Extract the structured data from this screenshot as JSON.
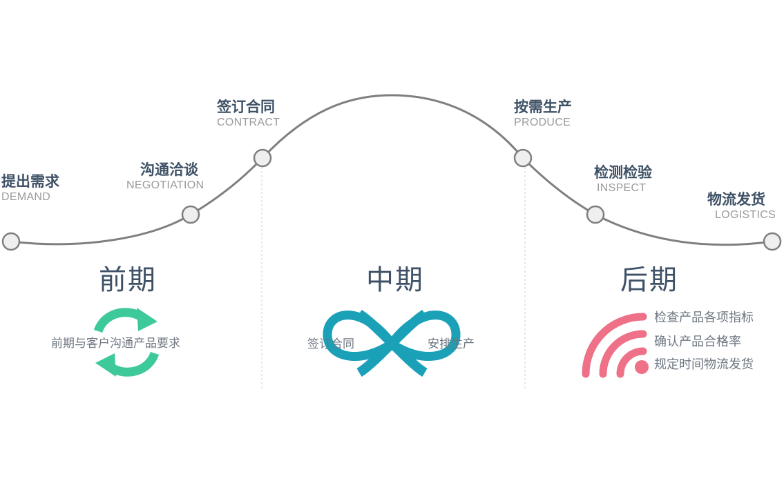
{
  "steps": [
    {
      "cn": "提出需求",
      "en": "DEMAND"
    },
    {
      "cn": "沟通洽谈",
      "en": "NEGOTIATION"
    },
    {
      "cn": "签订合同",
      "en": "CONTRACT"
    },
    {
      "cn": "按需生产",
      "en": "PRODUCE"
    },
    {
      "cn": "检测检验",
      "en": "INSPECT"
    },
    {
      "cn": "物流发货",
      "en": "LOGISTICS"
    }
  ],
  "phases": {
    "early": {
      "title": "前期",
      "desc": "前期与客户沟通产品要求"
    },
    "middle": {
      "title": "中期",
      "left": "签订合同",
      "right": "安排生产"
    },
    "late": {
      "title": "后期",
      "items": [
        "检查产品各项指标",
        "确认产品合格率",
        "规定时间物流发货"
      ]
    }
  },
  "colors": {
    "curve": "#7f7f7f",
    "node_fill": "#efefef",
    "text_dark": "#3e5166",
    "green": "#3ec99b",
    "teal": "#1aa1b8",
    "pink": "#ee7187"
  },
  "icons": {
    "early": "refresh-cycle-icon",
    "middle": "infinity-icon",
    "late": "signal-waves-icon"
  }
}
